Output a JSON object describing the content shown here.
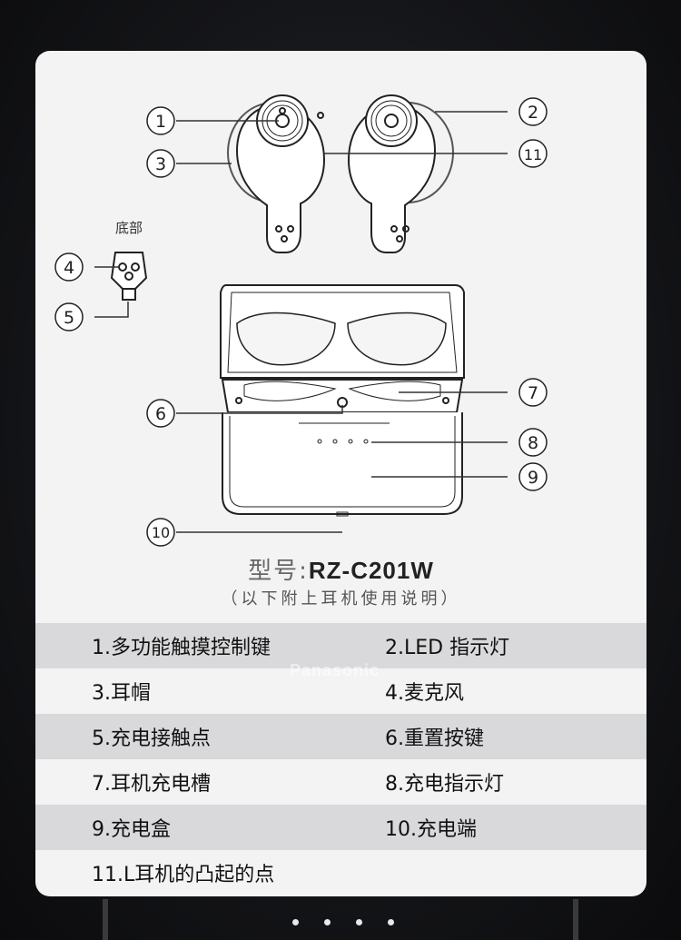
{
  "diagram": {
    "callouts": [
      "1",
      "2",
      "3",
      "4",
      "5",
      "6",
      "7",
      "8",
      "9",
      "10",
      "11"
    ],
    "bottom_label": "底部"
  },
  "model": {
    "label": "型号:",
    "value": "RZ-C201W",
    "note": "（以下附上耳机使用说明）"
  },
  "parts": [
    [
      "1.多功能触摸控制键",
      "2.LED 指示灯"
    ],
    [
      "3.耳帽",
      "4.麦克风"
    ],
    [
      "5.充电接触点",
      "6.重置按键"
    ],
    [
      "7.耳机充电槽",
      "8.充电指示灯"
    ],
    [
      "9.充电盒",
      "10.充电端"
    ],
    [
      "11.L耳机的凸起的点",
      ""
    ]
  ],
  "watermark": "Panasonic"
}
